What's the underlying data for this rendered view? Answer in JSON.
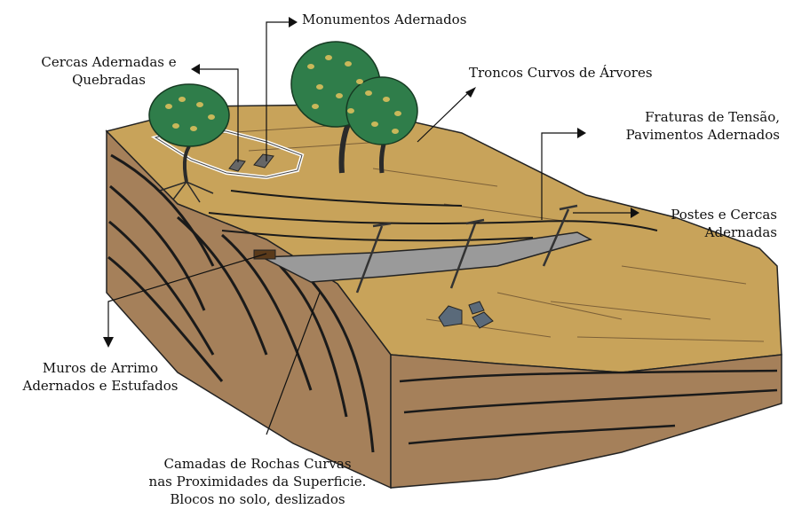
{
  "labels": {
    "monumentos": "Monumentos Adernados",
    "cercas_1": "Cercas Adernadas e",
    "cercas_2": "Quebradas",
    "troncos": "Troncos Curvos de Árvores",
    "fraturas_1": "Fraturas de Tensão,",
    "fraturas_2": "Pavimentos Adernados",
    "postes_1": "Postes e Cercas",
    "postes_2": "Adernadas",
    "muros_1": "Muros de Arrimo",
    "muros_2": "Adernados e Estufados",
    "camadas_1": "Camadas de Rochas Curvas",
    "camadas_2": "nas Proximidades da Superficie.",
    "camadas_3": "Blocos no solo, deslizados"
  },
  "colors": {
    "soil": "#c8a35a",
    "soil_dark": "#8b6a3a",
    "rock_face": "#a5805a",
    "foliage": "#2f7d4a",
    "leaf": "#c9b85a",
    "road": "#9a9a9a",
    "ink": "#111111"
  }
}
